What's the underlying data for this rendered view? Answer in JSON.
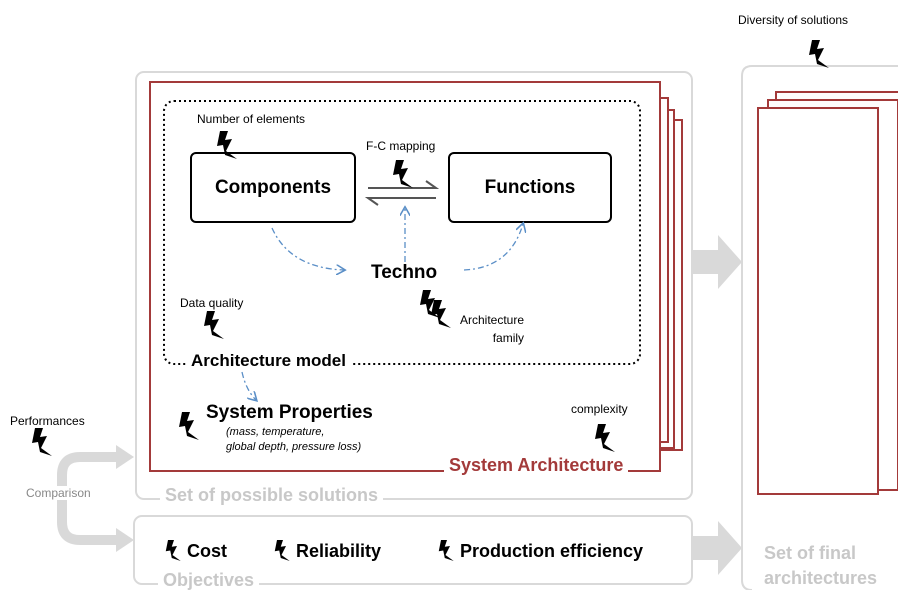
{
  "labels": {
    "diversity": "Diversity of solutions",
    "number_of_elements": "Number of elements",
    "fc_mapping": "F-C mapping",
    "components": "Components",
    "functions": "Functions",
    "techno": "Techno",
    "data_quality": "Data quality",
    "architecture_family": "Architecture\nfamily",
    "architecture_model": "Architecture model",
    "system_properties": "System Properties",
    "system_properties_detail_1": "(mass, temperature,",
    "system_properties_detail_2": "global depth, pressure loss)",
    "complexity": "complexity",
    "system_architecture": "System Architecture",
    "set_of_possible_solutions": "Set of possible solutions",
    "performances": "Performances",
    "comparison": "Comparison",
    "cost": "Cost",
    "reliability": "Reliability",
    "production_efficiency": "Production efficiency",
    "objectives": "Objectives",
    "set_of_final_1": "Set of final",
    "set_of_final_2": "architectures"
  },
  "colors": {
    "grey": "#d9d9d9",
    "grey_text": "#c8c8c8",
    "red": "#a33a3a",
    "blue_dash": "#5b8fc7",
    "black": "#000000"
  },
  "icons": [
    "lightning-bolt-icon"
  ]
}
